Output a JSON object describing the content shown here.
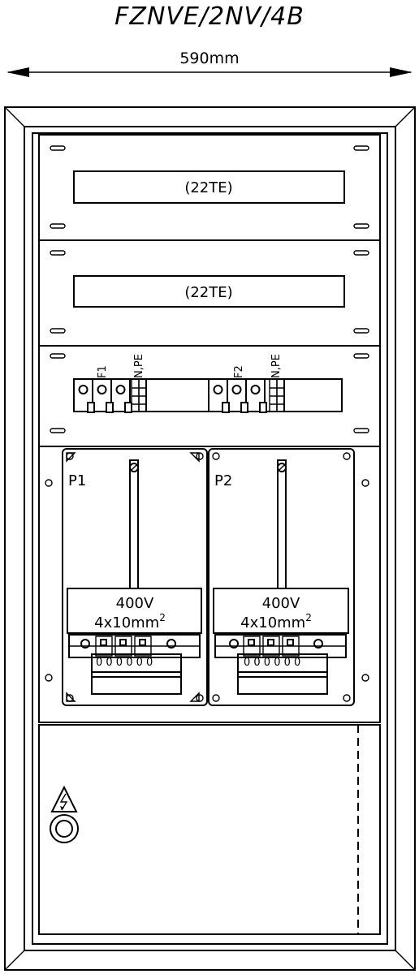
{
  "drawing": {
    "title": "FZNVE/2NV/4B",
    "width_label": "590mm"
  },
  "rows": [
    {
      "label": "(22TE)"
    },
    {
      "label": "(22TE)"
    }
  ],
  "terminals": [
    {
      "fuse_label": "F1",
      "neutral_label": "N,PE"
    },
    {
      "fuse_label": "F2",
      "neutral_label": "N,PE"
    }
  ],
  "meters": [
    {
      "id": "P1",
      "voltage": "400V",
      "cable": "4x10mm",
      "cable_sup": "2"
    },
    {
      "id": "P2",
      "voltage": "400V",
      "cable": "4x10mm",
      "cable_sup": "2"
    }
  ],
  "door": {
    "warning_icon": "high-voltage-warning-icon",
    "lock_icon": "door-lock-icon"
  }
}
